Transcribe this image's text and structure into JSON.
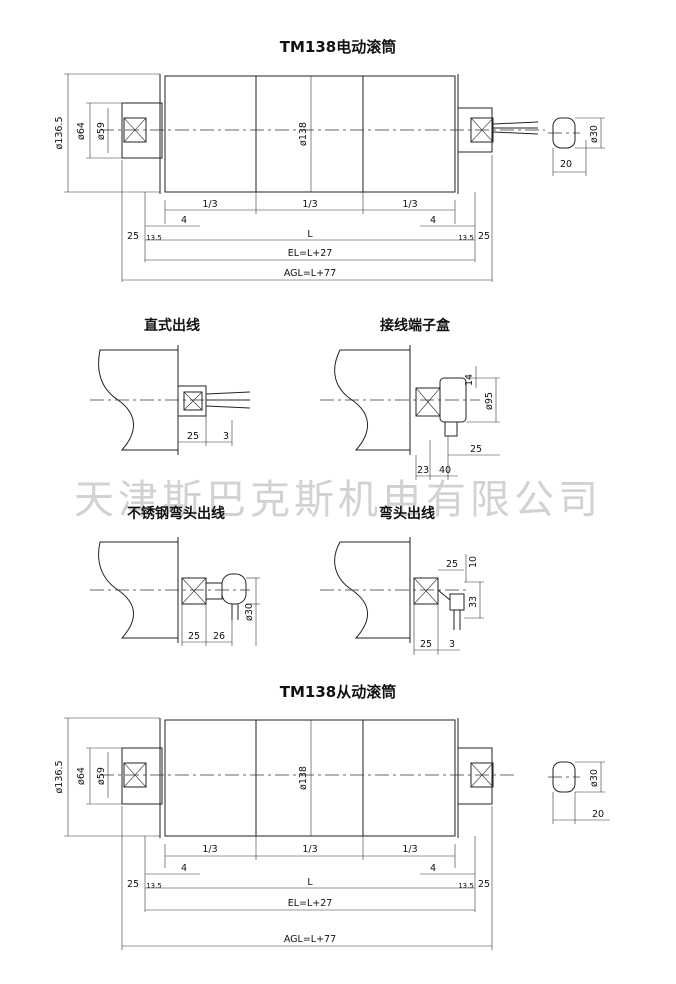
{
  "titles": {
    "motorized": "TM138电动滚筒",
    "idler": "TM138从动滚筒"
  },
  "sections": {
    "straight_outlet": "直式出线",
    "terminal_box": "接线端子盒",
    "stainless_elbow": "不锈钢弯头出线",
    "elbow_outlet": "弯头出线"
  },
  "watermark": "天津斯巴克斯机电有限公司",
  "dims": {
    "d136": "ø136.5",
    "d64": "ø64",
    "d59": "ø59",
    "d138": "ø138",
    "d30": "ø30",
    "d95": "ø95",
    "w20": "20",
    "third": "1/3",
    "four": "4",
    "L": "L",
    "EL": "EL=L+27",
    "AGL": "AGL=L+77",
    "v25": "25",
    "v13_5": "13.5",
    "v3": "3",
    "v14": "14",
    "v23": "23",
    "v40": "40",
    "v26": "26",
    "v10": "10",
    "v33": "33"
  }
}
